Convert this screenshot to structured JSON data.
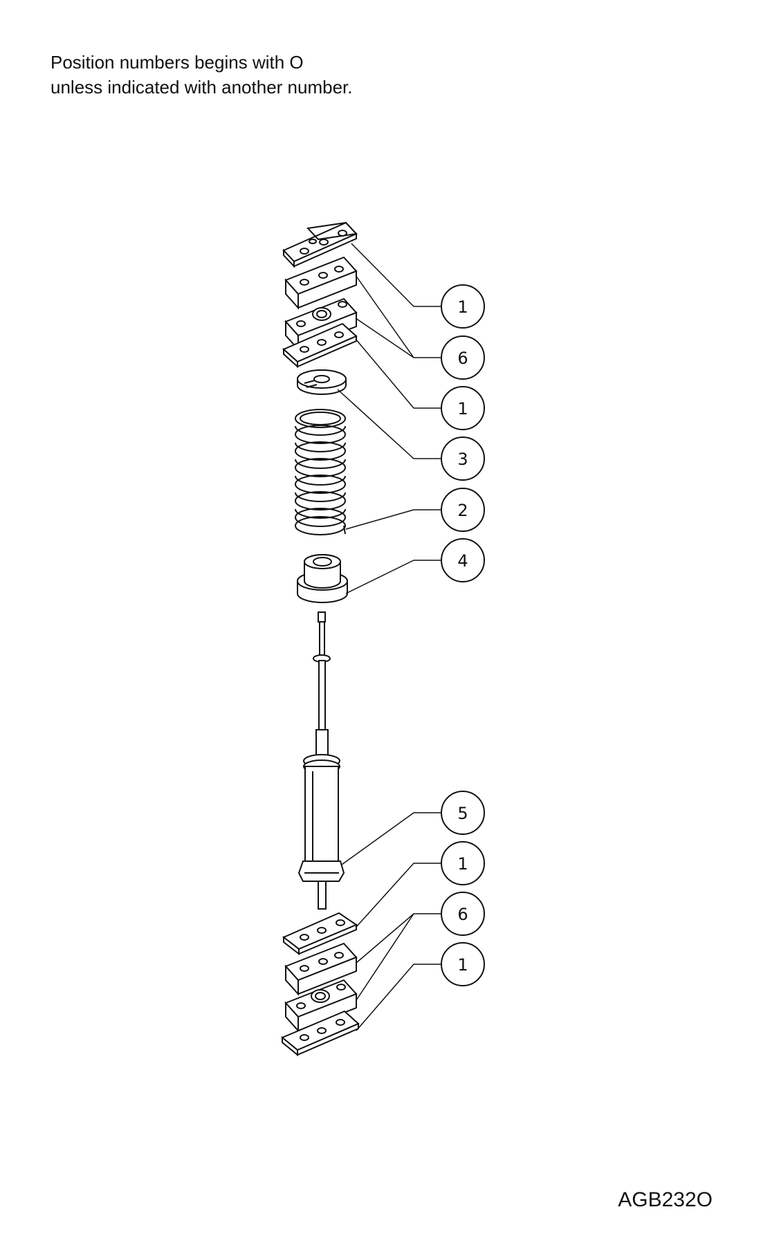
{
  "note": {
    "line1": "Position numbers begins with O",
    "line2": "unless indicated with another number."
  },
  "drawing_code": "AGB232O",
  "callouts": [
    {
      "id": "c1",
      "label": "1"
    },
    {
      "id": "c2",
      "label": "6"
    },
    {
      "id": "c3",
      "label": "1"
    },
    {
      "id": "c4",
      "label": "3"
    },
    {
      "id": "c5",
      "label": "2"
    },
    {
      "id": "c6",
      "label": "4"
    },
    {
      "id": "c7",
      "label": "5"
    },
    {
      "id": "c8",
      "label": "1"
    },
    {
      "id": "c9",
      "label": "6"
    },
    {
      "id": "c10",
      "label": "1"
    }
  ],
  "colors": {
    "line": "#111111",
    "face": "#ffffff",
    "dark": "#444444"
  }
}
